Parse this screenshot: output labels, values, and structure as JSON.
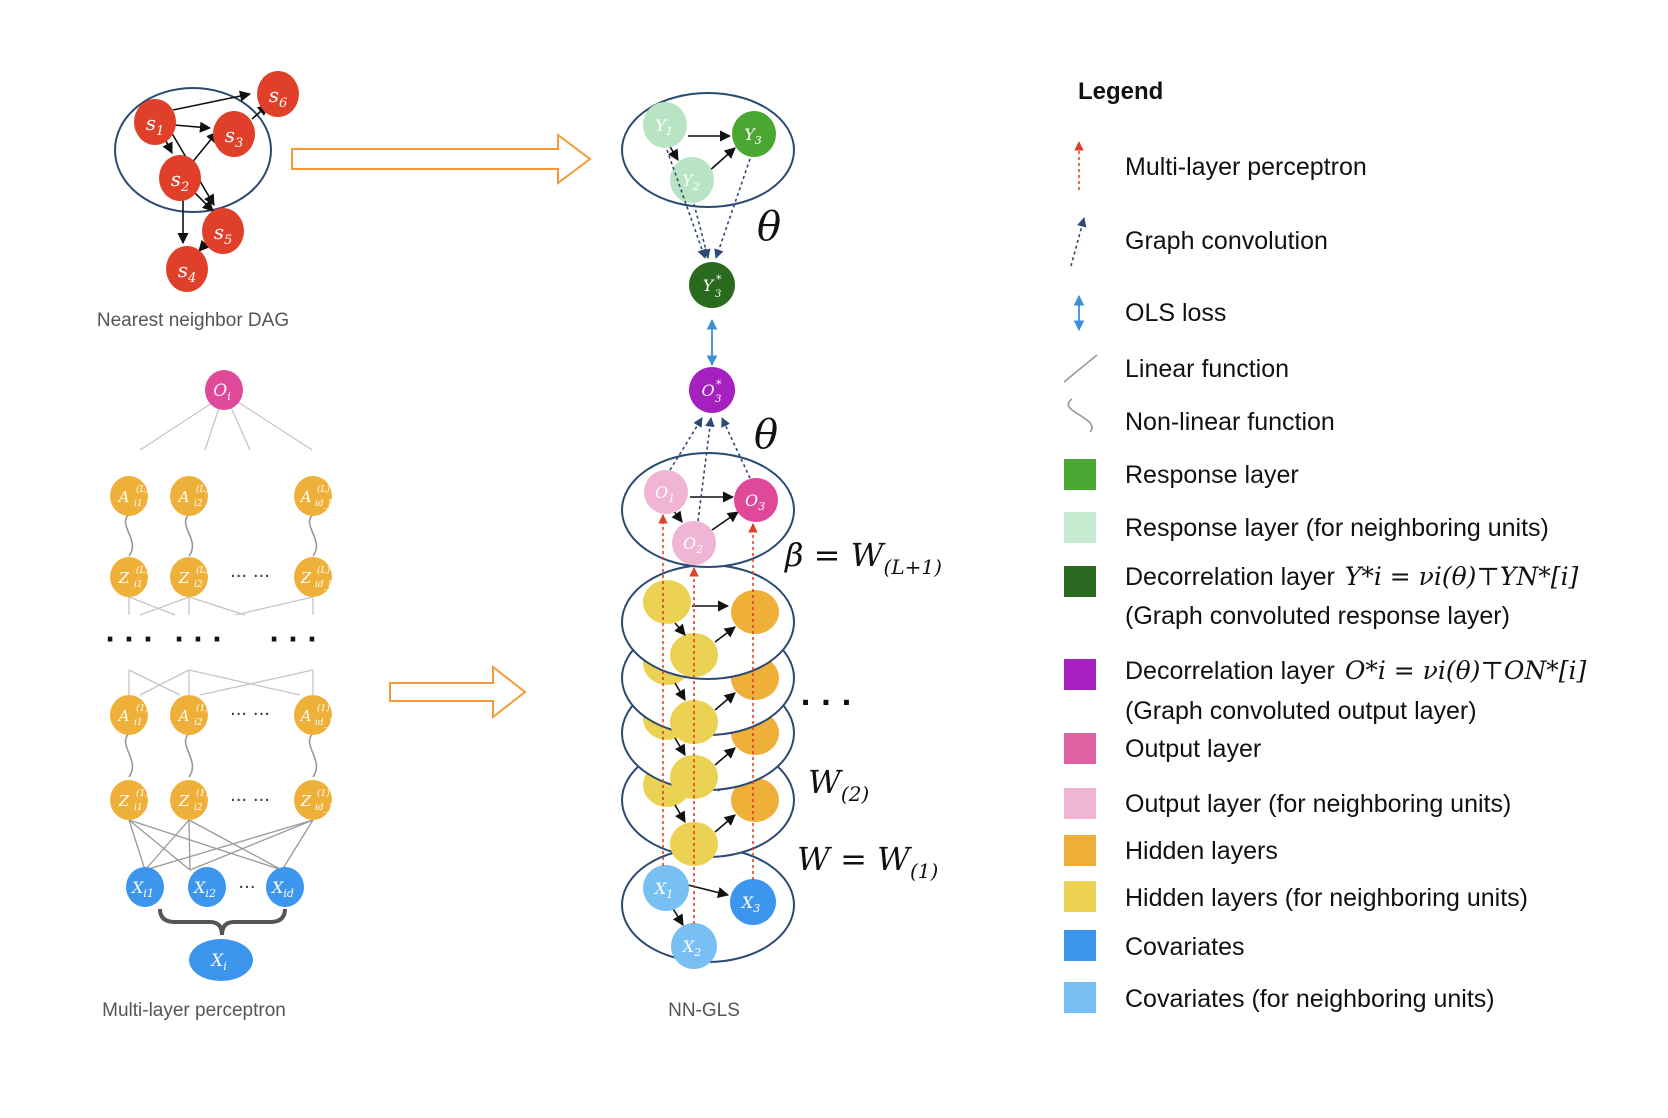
{
  "captions": {
    "dag": "Nearest neighbor DAG",
    "mlp": "Multi-layer perceptron",
    "nngls": "NN-GLS"
  },
  "dag_nodes": [
    {
      "base": "s",
      "sub": "1"
    },
    {
      "base": "s",
      "sub": "2"
    },
    {
      "base": "s",
      "sub": "3"
    },
    {
      "base": "s",
      "sub": "4"
    },
    {
      "base": "s",
      "sub": "5"
    },
    {
      "base": "s",
      "sub": "6"
    }
  ],
  "mlp": {
    "output_node": {
      "base": "O",
      "sub": "i"
    },
    "A_top": [
      {
        "base": "A",
        "sup": "(L)",
        "sub": "i1"
      },
      {
        "base": "A",
        "sup": "(L)",
        "sub": "i2"
      },
      {
        "base": "A",
        "sup": "(L)",
        "sub": "id_L"
      }
    ],
    "Z_top": [
      {
        "base": "Z",
        "sup": "(L)",
        "sub": "i1"
      },
      {
        "base": "Z",
        "sup": "(L)",
        "sub": "i2"
      },
      {
        "base": "Z",
        "sup": "(L)",
        "sub": "id_L"
      }
    ],
    "A_bottom": [
      {
        "base": "A",
        "sup": "(1)",
        "sub": "i1"
      },
      {
        "base": "A",
        "sup": "(1)",
        "sub": "i2"
      },
      {
        "base": "A",
        "sup": "(1)",
        "sub": "id_1"
      }
    ],
    "Z_bottom": [
      {
        "base": "Z",
        "sup": "(1)",
        "sub": "i1"
      },
      {
        "base": "Z",
        "sup": "(1)",
        "sub": "i2"
      },
      {
        "base": "Z",
        "sup": "(1)",
        "sub": "id_1"
      }
    ],
    "X_nodes": [
      {
        "base": "X",
        "sub": "i1"
      },
      {
        "base": "X",
        "sub": "i2"
      },
      {
        "base": "X",
        "sub": "id"
      }
    ],
    "X_all": {
      "base": "X",
      "sub": "i"
    },
    "ellipsis": "··· ···",
    "ellipsis_small": "···",
    "vertical_dots": "· · ·"
  },
  "nngls": {
    "Y_nodes": [
      {
        "base": "Y",
        "sub": "1"
      },
      {
        "base": "Y",
        "sub": "2"
      },
      {
        "base": "Y",
        "sub": "3"
      }
    ],
    "Y_star": {
      "base": "Y",
      "sup": "*",
      "sub": "3"
    },
    "O_star": {
      "base": "O",
      "sup": "*",
      "sub": "3"
    },
    "O_nodes": [
      {
        "base": "O",
        "sub": "1"
      },
      {
        "base": "O",
        "sub": "2"
      },
      {
        "base": "O",
        "sub": "3"
      }
    ],
    "X_nodes": [
      {
        "base": "X",
        "sub": "1"
      },
      {
        "base": "X",
        "sub": "2"
      },
      {
        "base": "X",
        "sub": "3"
      }
    ],
    "theta": "θ",
    "beta_label": {
      "lhs": "β",
      "rhs": "W",
      "sub": "(L+1)"
    },
    "w2_label": {
      "base": "W",
      "sub": "(2)"
    },
    "w1_label": {
      "lhs": "W",
      "rhs": "W",
      "sub": "(1)"
    },
    "vertical_dots": "· · ·"
  },
  "legend": {
    "title": "Legend",
    "items": [
      {
        "label": "Multi-layer perceptron",
        "symbol": "red-dotted-arrow-icon"
      },
      {
        "label": "Graph convolution",
        "symbol": "blue-dotted-arrow-icon"
      },
      {
        "label": "OLS loss",
        "symbol": "double-arrow-icon"
      },
      {
        "label": "Linear function",
        "symbol": "straight-line-icon"
      },
      {
        "label": "Non-linear function",
        "symbol": "curve-icon"
      },
      {
        "label": "Response layer",
        "color": "#4aa832"
      },
      {
        "label": "Response layer (for neighboring units)",
        "color": "#c5ead0"
      },
      {
        "label": "Decorrelation layer",
        "formula": "Y*i = νi(θ)⊤YN*[i]",
        "line2": "(Graph convoluted response layer)",
        "color": "#2a6a1f"
      },
      {
        "label": "Decorrelation layer",
        "formula": "O*i = νi(θ)⊤ON*[i]",
        "line2": "(Graph convoluted output layer)",
        "color": "#a61fbf"
      },
      {
        "label": "Output layer",
        "color": "#e060a0"
      },
      {
        "label": "Output layer (for neighboring units)",
        "color": "#f0b4d4"
      },
      {
        "label": "Hidden layers",
        "color": "#efb03a"
      },
      {
        "label": "Hidden layers (for neighboring units)",
        "color": "#ecd253"
      },
      {
        "label": "Covariates",
        "color": "#3d96ee"
      },
      {
        "label": "Covariates (for neighboring units)",
        "color": "#78c0f4"
      }
    ]
  },
  "colors": {
    "dag_node": "#e0402a",
    "ellipse_stroke": "#2d4a73",
    "hollow_arrow": "#f29a3a",
    "red_dotted": "#e0402a",
    "blue_dotted": "#2d4a73",
    "ols": "#3d8fd8"
  }
}
